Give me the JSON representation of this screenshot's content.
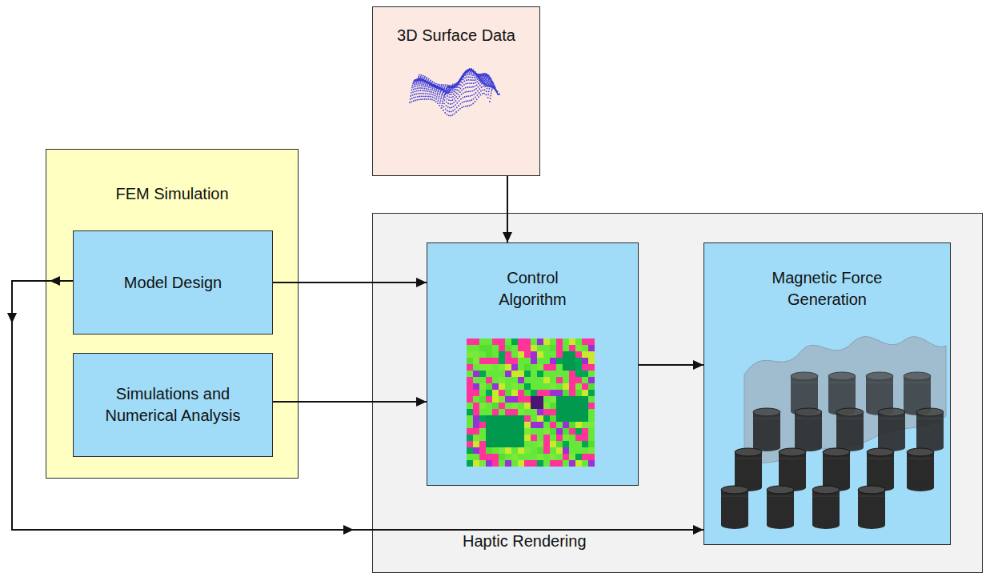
{
  "diagram": {
    "nodes": [
      {
        "text": [
          "3D Surface Data"
        ]
      },
      {
        "text": [
          "FEM Simulation"
        ]
      },
      {
        "text": [
          "Model Design"
        ],
        "in": 1
      },
      {
        "text": [
          "Simulations and Numerical Analysis"
        ],
        "in": 1
      },
      {
        "text": [
          "Haptic Rendering"
        ]
      },
      {
        "text": [
          "Control Algorithm"
        ],
        "in": 4
      },
      {
        "text": [
          "Magnetic Force Generation"
        ],
        "in": 4
      }
    ],
    "edges": [
      {
        "from": 0,
        "to": 5,
        "arrow": "to"
      },
      {
        "from": 2,
        "to": 5,
        "arrow": "to"
      },
      {
        "from": 3,
        "to": 5,
        "arrow": "to"
      },
      {
        "from": 5,
        "to": 6,
        "arrow": "to"
      },
      {
        "from": 2,
        "to": 6,
        "arrow": "to"
      }
    ]
  }
}
